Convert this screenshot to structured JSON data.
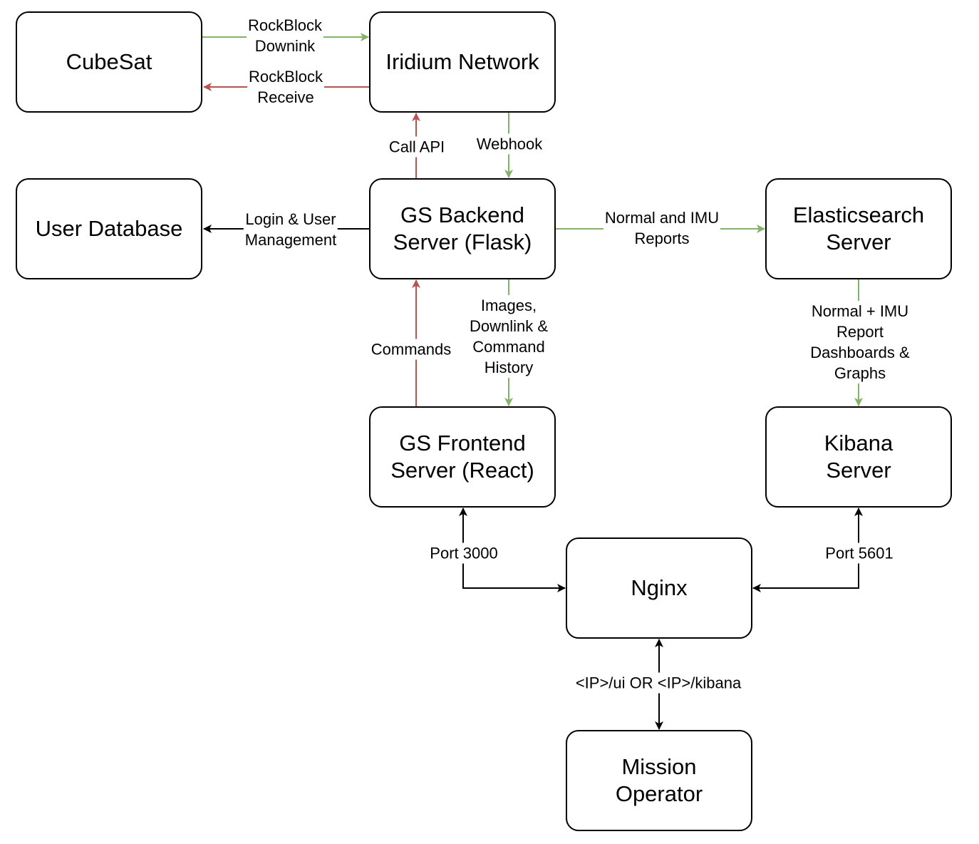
{
  "nodes": {
    "cubesat": "CubeSat",
    "iridium": "Iridium Network",
    "userdb": "User Database",
    "backend": "GS Backend\nServer (Flask)",
    "elastic": "Elasticsearch\nServer",
    "frontend": "GS Frontend\nServer (React)",
    "kibana": "Kibana\nServer",
    "nginx": "Nginx",
    "operator": "Mission\nOperator"
  },
  "edges": {
    "rockblock_downlink": "RockBlock\nDownink",
    "rockblock_receive": "RockBlock\nReceive",
    "call_api": "Call API",
    "webhook": "Webhook",
    "login": "Login & User\nManagement",
    "reports": "Normal and IMU\nReports",
    "commands": "Commands",
    "history": "Images,\nDownlink &\nCommand\nHistory",
    "dashboards": "Normal + IMU Report\nDashboards & Graphs",
    "port3000": "Port 3000",
    "port5601": "Port 5601",
    "ip": "<IP>/ui OR <IP>/kibana"
  },
  "colors": {
    "green": "#82b366",
    "red": "#b85450",
    "black": "#000000"
  }
}
